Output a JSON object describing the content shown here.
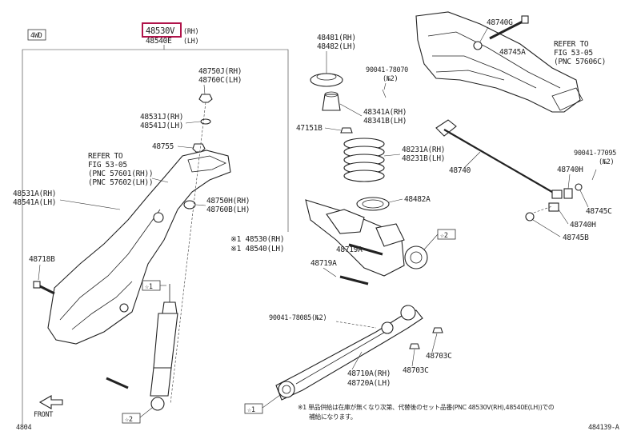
{
  "header": {
    "drive_tag": "4WD",
    "main_part_highlighted": "48530V",
    "main_part_rh_suffix": "(RH)",
    "main_part_lh": "48540E",
    "main_part_lh_suffix": "(LH)"
  },
  "callouts": {
    "c48750J": "48750J(RH)",
    "c48760C": "48760C(LH)",
    "c48531J": "48531J(RH)",
    "c48541J": "48541J(LH)",
    "c48755": "48755",
    "refer_left_1": "REFER TO",
    "refer_left_2": "FIG 53-05",
    "refer_left_3": "(PNC 57601(RH))",
    "refer_left_4": "(PNC 57602(LH))",
    "c48531A": "48531A(RH)",
    "c48541A": "48541A(LH)",
    "c48750H": "48750H(RH)",
    "c48760B": "48760B(LH)",
    "c48530_star": "※1 48530(RH)",
    "c48540_star": "※1 48540(LH)",
    "c48718B": "48718B",
    "star1_left": "☆1",
    "star2_bottom": "☆2",
    "front_label": "FRONT",
    "page_code_left": "4804",
    "c48481": "48481(RH)",
    "c48482": "48482(LH)",
    "c90041_78070": "90041-78070",
    "c90041_78070_qty": "(№2)",
    "c48341A": "48341A(RH)",
    "c48341B": "48341B(LH)",
    "c47151B": "47151B",
    "c48231A": "48231A(RH)",
    "c48231B": "48231B(LH)",
    "c48482A": "48482A",
    "c48719A_top": "48719A",
    "c48719A_bot": "48719A",
    "star2_mid": "☆2",
    "c90041_78085": "90041-78085(№2)",
    "c48710A": "48710A(RH)",
    "c48720A": "48720A(LH)",
    "c48703C_a": "48703C",
    "c48703C_b": "48703C",
    "star1_bottom": "☆1",
    "c48740G": "48740G",
    "c48745A": "48745A",
    "refer_right_1": "REFER TO",
    "refer_right_2": "FIG 53-05",
    "refer_right_3": "(PNC 57606C)",
    "c48740": "48740",
    "c90041_77095": "90041-77095",
    "c90041_77095_qty": "(№2)",
    "c48740H_a": "48740H",
    "c48745C": "48745C",
    "c48740H_b": "48740H",
    "c48745B": "48745B"
  },
  "footnote": {
    "line1": "※1  単品供給は在庫が無くなり次第、代替後のセット品番(PNC 48530V(RH),48540E(LH))での",
    "line2": "補給になります。"
  },
  "figure_code": "484139-A"
}
